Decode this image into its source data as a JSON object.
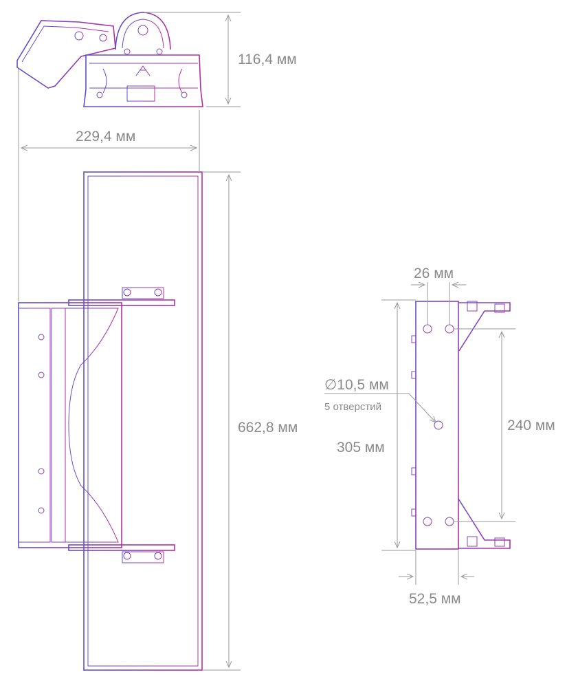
{
  "dimensions": {
    "top_height": "116,4 мм",
    "width": "229,4 мм",
    "length": "662,8 мм",
    "bracket_hole_spacing": "26 мм",
    "hole_diameter": "∅10,5 мм",
    "hole_count": "5 отверстий",
    "bracket_length": "305 мм",
    "mount_spacing": "240 мм",
    "bracket_width": "52,5 мм"
  },
  "colors": {
    "gradient_start": "#5b4fd0",
    "gradient_end": "#b62ea0",
    "dimension": "#9a9a9a"
  }
}
